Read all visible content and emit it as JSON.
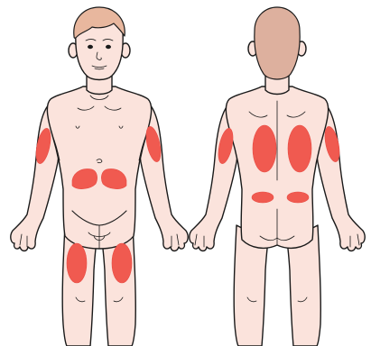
{
  "illustration": {
    "kind": "child body diagram",
    "views": [
      "front",
      "back"
    ],
    "colors": {
      "skin": "#FBE3DC",
      "outline": "#1a1a1a",
      "hair_front": "#E8B79E",
      "hair_back": "#DDB09E",
      "marked_area": "#F05A50",
      "marked_area_edge": "#E84A42",
      "background": "#FFFFFF"
    },
    "marked_regions": {
      "front": [
        "left-upper-arm",
        "right-upper-arm",
        "abdomen-left",
        "abdomen-right",
        "left-thigh",
        "right-thigh"
      ],
      "back": [
        "left-upper-arm",
        "right-upper-arm",
        "left-flank",
        "right-flank",
        "left-buttock-top",
        "right-buttock-top"
      ]
    }
  }
}
